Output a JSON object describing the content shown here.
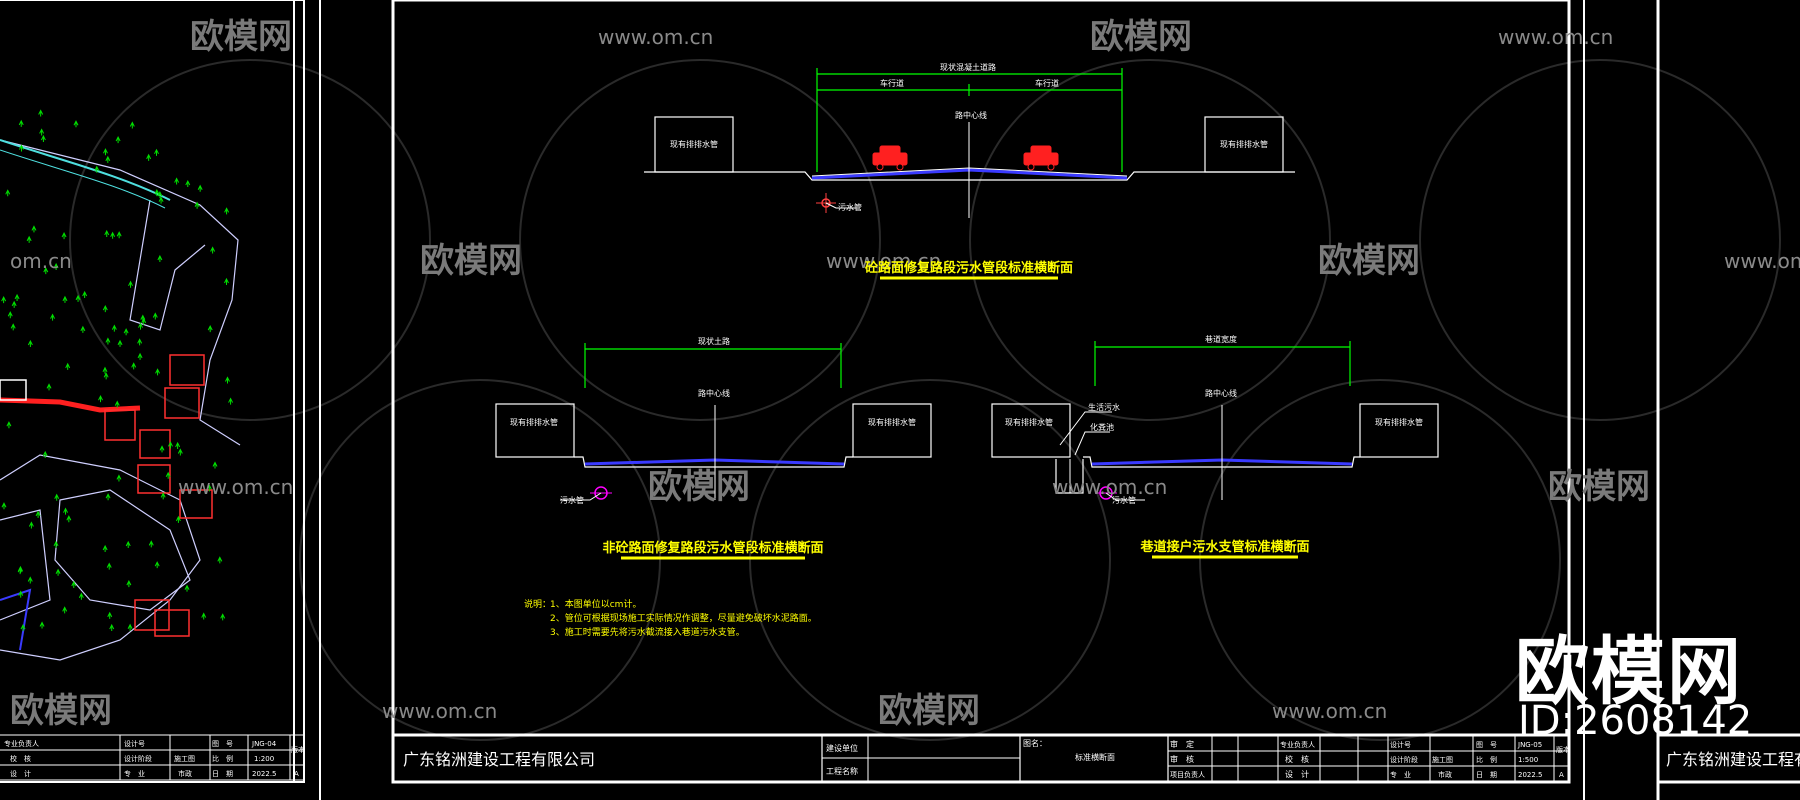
{
  "watermark": {
    "logo_text": "欧模网",
    "url_text": "www.om.cn",
    "url_text_partial": "om.cn",
    "id_text": "ID:2608142"
  },
  "drawing": {
    "section1_title": "砼路面修复路段污水管段标准横断面",
    "section2_title": "非砼路面修复路段污水管段标准横断面",
    "section3_title": "巷道接户污水支管标准横断面",
    "notes_label": "说明：",
    "notes": [
      "1、本图单位以cm计。",
      "2、管位可根据现场施工实际情况作调整，尽量避免破坏水泥路面。",
      "3、施工时需要先将污水截流接入巷道污水支管。"
    ],
    "labels": {
      "existing_drain": "现有排排水管",
      "existing_drain_b": "现有排排水管",
      "center_line": "路中心线",
      "sewer_pipe": "污水管",
      "domestic_sewage": "生活污水",
      "septic_tank": "化粪池",
      "dim_road_width": "现状混凝土道路",
      "dim_lane_left": "车行道",
      "dim_lane_right": "车行道",
      "dim_road": "现状土路",
      "dim_alley": "巷道宽度"
    }
  },
  "title_block": {
    "company": "广东铭洲建设工程有限公司",
    "company_right": "广东铭洲建设工程有",
    "construction_unit_label": "建设单位",
    "project_name_label": "工程名称",
    "drawing_name_label": "图名：",
    "drawing_name": "标准横断面",
    "approve": "审　定",
    "review": "审　核",
    "project_lead": "项目负责人",
    "discipline_lead": "专业负责人",
    "check": "校　核",
    "design": "设　计",
    "design_no_label": "设计号",
    "design_stage_label": "设计阶段",
    "design_stage": "施工图",
    "discipline_label": "专　业",
    "discipline": "市政",
    "drawing_no_label": "图　号",
    "drawing_no": "JNG-05",
    "scale_label": "比　例",
    "scale": "1:500",
    "date_label": "日　期",
    "date": "2022.5",
    "version_label": "版本",
    "version": "A"
  },
  "left_sheet": {
    "discipline_lead": "专业负责人",
    "check": "校　核",
    "design": "设　计",
    "design_no_label": "设计号",
    "design_stage_label": "设计阶段",
    "design_stage": "施工图",
    "discipline_label": "专　业",
    "discipline": "市政",
    "drawing_no_label": "图　号",
    "drawing_no": "JNG-04",
    "scale_label": "比　例",
    "scale": "1:200",
    "date_label": "日　期",
    "date": "2022.5",
    "version_label": "版本",
    "version": "A"
  },
  "colors": {
    "background": "#000000",
    "line": "#ffffff",
    "dimension": "#00ff00",
    "title_yellow": "#ffff00",
    "road_blue": "#3a3aff",
    "marker_red": "#ff2020",
    "pipe_magenta": "#ff00ff",
    "tree_green": "#00e000"
  }
}
